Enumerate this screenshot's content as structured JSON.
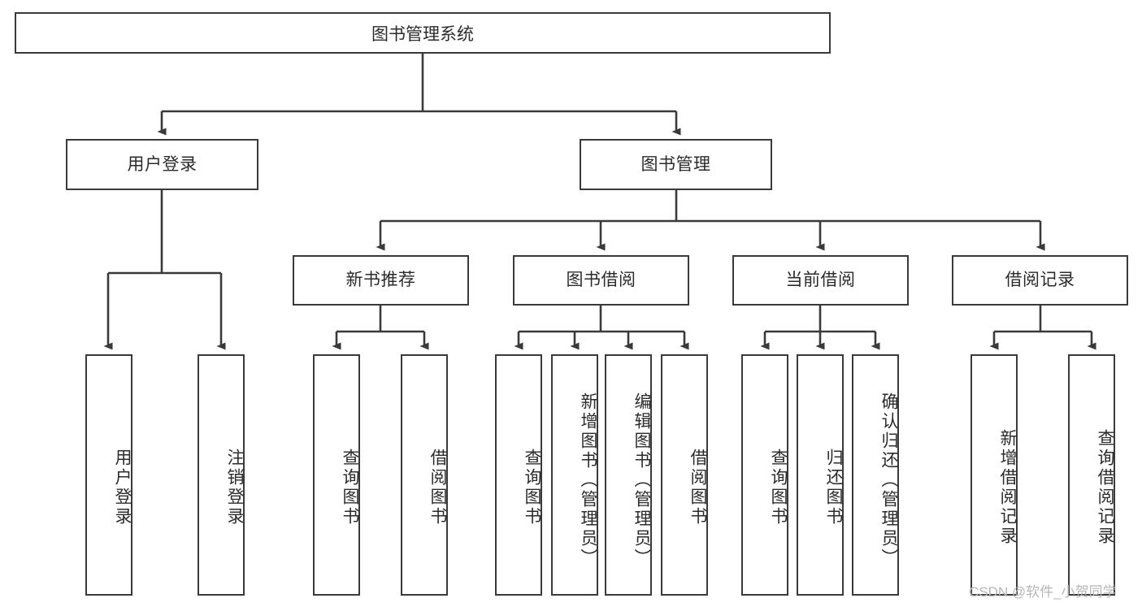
{
  "diagram": {
    "type": "tree",
    "title": "图书管理系统",
    "watermark": "CSDN @软件_小贺同学",
    "colors": {
      "box_border": "#3a3a3a",
      "box_fill": "#ffffff",
      "text": "#2b2b2b",
      "connector": "#3a3a3a",
      "watermark": "#b6b6b6",
      "background": "#ffffff"
    },
    "root": {
      "label": "图书管理系统"
    },
    "level2": [
      {
        "label": "用户登录"
      },
      {
        "label": "图书管理"
      }
    ],
    "level3": [
      {
        "label": "新书推荐"
      },
      {
        "label": "图书借阅"
      },
      {
        "label": "当前借阅"
      },
      {
        "label": "借阅记录"
      }
    ],
    "leaves": {
      "user_login": [
        {
          "label": "用户登录"
        },
        {
          "label": "注销登录"
        }
      ],
      "new_book_recommend": [
        {
          "label": "查询图书"
        },
        {
          "label": "借阅图书"
        }
      ],
      "book_borrow": [
        {
          "label": "查询图书"
        },
        {
          "label": "新增图书（管理员）"
        },
        {
          "label": "编辑图书（管理员）"
        },
        {
          "label": "借阅图书"
        }
      ],
      "current_borrow": [
        {
          "label": "查询图书"
        },
        {
          "label": "归还图书"
        },
        {
          "label": "确认归还（管理员）"
        }
      ],
      "borrow_record": [
        {
          "label": "新增借阅记录"
        },
        {
          "label": "查询借阅记录"
        }
      ]
    }
  }
}
